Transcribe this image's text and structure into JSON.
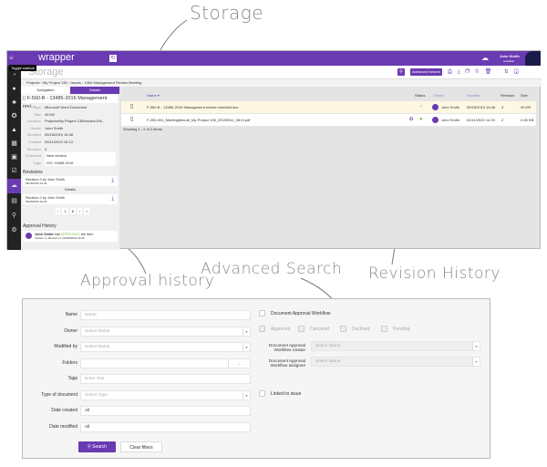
{
  "annotations": {
    "storage": "Storage",
    "approval_history": "Approval history",
    "advanced_search": "Advanced Search",
    "revision_history": "Revision History"
  },
  "colors": {
    "brand": "#6a3ab2",
    "sidebar": "#222222",
    "highlight_row": "#fdf7e3",
    "approved": "#7ac142"
  },
  "app": {
    "logo": "wrapper",
    "tooltip": "Toggle sidebar",
    "user": {
      "name": "John Smith",
      "status": "Available"
    },
    "page_title": "Storage",
    "toolbar": {
      "advanced_search": "Advanced search"
    },
    "breadcrumb": [
      "Projects",
      "My Project 135",
      "Issues",
      "1064 Management Review Meeting"
    ],
    "left_tabs": [
      "Navigation",
      "Details"
    ],
    "selected_file": "F-560-B - 13485-2016 Management revi...",
    "details": [
      {
        "k": "Type",
        "v": "Microsoft Word Document"
      },
      {
        "k": "Size",
        "v": "49 KB"
      },
      {
        "k": "Location",
        "v": "Projects/My Project 135/Issues/106..."
      },
      {
        "k": "Owner",
        "v": "John Smith"
      },
      {
        "k": "Modified",
        "v": "09/18/2019 16:46"
      },
      {
        "k": "Created",
        "v": "09/11/2019 10:13"
      },
      {
        "k": "Revision",
        "v": "3"
      },
      {
        "k": "Comment",
        "v": "New version"
      },
      {
        "k": "Tags",
        "v": "ISO 13485-2016"
      }
    ],
    "revisions_title": "Revisions",
    "revisions": [
      {
        "title": "Revision 3 by John Smith",
        "date": "09/18/2019 16:46"
      },
      {
        "title": "Revision 2 by John Smith",
        "date": "09/18/2019 16:46"
      }
    ],
    "details_label": "Details",
    "pager": [
      "‹",
      "1",
      "2",
      "›",
      "»"
    ],
    "approval_title": "Approval History",
    "approval": {
      "user": "John Smith",
      "pre": "has",
      "status": "APPROVED",
      "post": "the item",
      "meta": "Version 1 | Revision 3 | 09/18/2019 16:46"
    },
    "columns": [
      "Name ▾",
      "Status",
      "Owner",
      "Modified",
      "Revision",
      "Size"
    ],
    "files": [
      {
        "name": "F-560-B - 13485-2016 Management review checklist.doc",
        "owner": "John Smith",
        "modified": "09/18/2019 16:46",
        "revision": "3",
        "size": "49 KB"
      },
      {
        "name": "F-250-001_MeetingMinute_My Project 135_20190911_0813.pdf",
        "owner": "John Smith",
        "modified": "02/11/2020 14:33",
        "revision": "2",
        "size": "2.65 KB"
      }
    ],
    "showing": "Showing 1 - 2 of 2 items"
  },
  "search_form": {
    "name_label": "Name",
    "name_placeholder": "Name",
    "owner_label": "Owner",
    "owner_placeholder": "Select Name",
    "modified_by_label": "Modified by",
    "modified_by_placeholder": "Select Name",
    "folders_label": "Folders",
    "folders_button": "...",
    "tags_label": "Tags",
    "tags_placeholder": "Enter Text",
    "type_label": "Type of document",
    "type_placeholder": "Select Type",
    "date_created_label": "Date created",
    "date_created_value": "All",
    "date_modified_label": "Date modified",
    "date_modified_value": "All",
    "search_button": "Search",
    "clear_button": "Clear filters",
    "workflow_label": "Document Approval Workflow",
    "workflow_states": [
      "Approved",
      "Canceled",
      "Declined",
      "Pending"
    ],
    "creator_label": "Document Approval Workflow creator",
    "creator_placeholder": "Select Name",
    "assignee_label": "Document Approval Workflow assignee",
    "assignee_placeholder": "Select Name",
    "linked_label": "Linked to issue"
  }
}
